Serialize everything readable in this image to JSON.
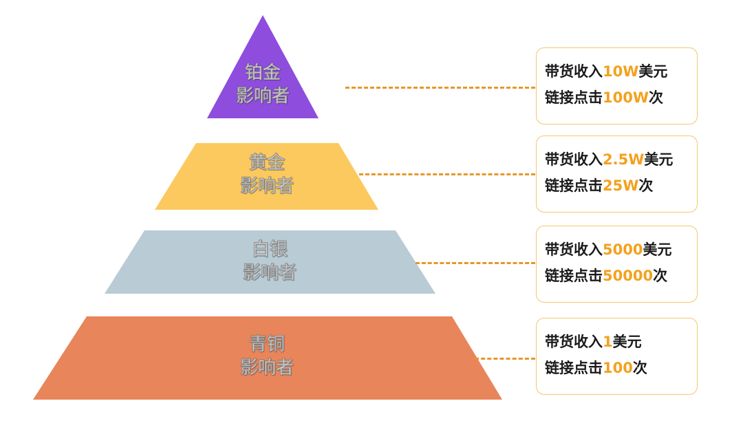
{
  "tiers": [
    {
      "level": "铂金",
      "title": "影响者",
      "color": "#8e4ddd",
      "revenue": {
        "prefix": "带货收入",
        "amount": "10W",
        "unit": "美元"
      },
      "clicks": {
        "prefix": "链接点击",
        "amount": "100W",
        "unit": "次"
      }
    },
    {
      "level": "黄金",
      "title": "影响者",
      "color": "#fcc95f",
      "revenue": {
        "prefix": "带货收入",
        "amount": "2.5W",
        "unit": "美元"
      },
      "clicks": {
        "prefix": "链接点击",
        "amount": "25W",
        "unit": "次"
      }
    },
    {
      "level": "白银",
      "title": "影响者",
      "color": "#b9cbd4",
      "revenue": {
        "prefix": "带货收入",
        "amount": "5000",
        "unit": "美元"
      },
      "clicks": {
        "prefix": "链接点击",
        "amount": "50000",
        "unit": "次"
      }
    },
    {
      "level": "青铜",
      "title": "影响者",
      "color": "#e8855a",
      "revenue": {
        "prefix": "带货收入",
        "amount": "1",
        "unit": "美元"
      },
      "clicks": {
        "prefix": "链接点击",
        "amount": "100",
        "unit": "次"
      }
    }
  ],
  "colors": {
    "highlight": "#f3a11d",
    "card_border": "#f3c66e",
    "connector": "#e6972a"
  }
}
